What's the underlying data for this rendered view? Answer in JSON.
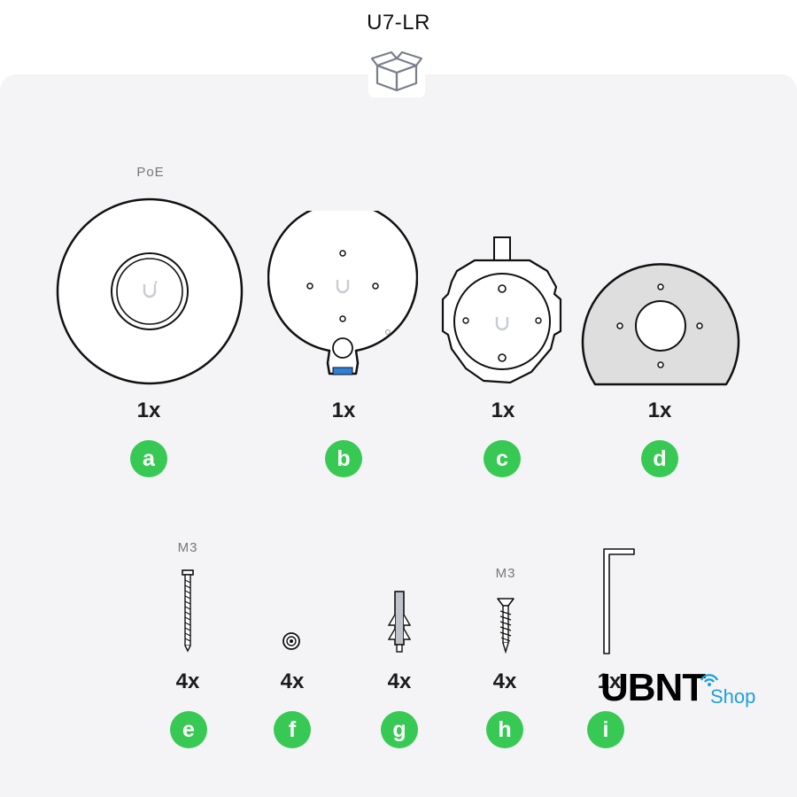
{
  "header": {
    "title": "U7-LR"
  },
  "items": [
    {
      "letter": "a",
      "qty": "1x",
      "label": "PoE",
      "icon": "access-point-icon"
    },
    {
      "letter": "b",
      "qty": "1x",
      "label": "",
      "icon": "mounting-bracket-icon"
    },
    {
      "letter": "c",
      "qty": "1x",
      "label": "",
      "icon": "mount-ring-icon"
    },
    {
      "letter": "d",
      "qty": "1x",
      "label": "",
      "icon": "wall-plate-icon"
    },
    {
      "letter": "e",
      "qty": "4x",
      "label": "M3",
      "icon": "long-screw-icon"
    },
    {
      "letter": "f",
      "qty": "4x",
      "label": "",
      "icon": "nut-icon"
    },
    {
      "letter": "g",
      "qty": "4x",
      "label": "",
      "icon": "wall-anchor-icon"
    },
    {
      "letter": "h",
      "qty": "4x",
      "label": "M3",
      "icon": "wood-screw-icon"
    },
    {
      "letter": "i",
      "qty": "1x",
      "label": "",
      "icon": "hex-key-icon"
    }
  ],
  "watermark": {
    "main": "UBNT",
    "sub": "Shop"
  },
  "colors": {
    "badge": "#38c954",
    "panel": "#f4f4f7",
    "logo_accent": "#1ea0e0"
  }
}
